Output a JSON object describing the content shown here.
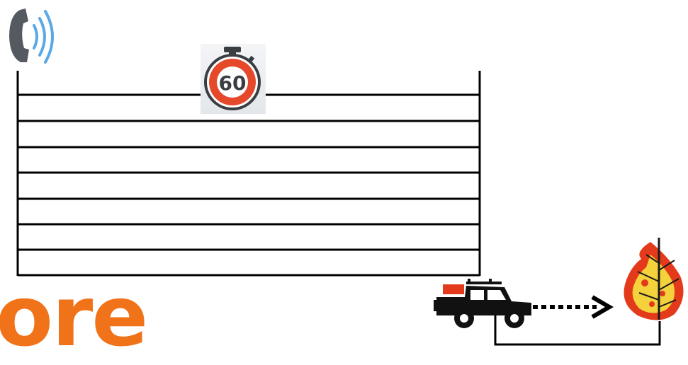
{
  "diagram": {
    "row_count": 7,
    "timer_label": "60",
    "big_text": "ore"
  },
  "icons": {
    "phone": "phone-ringing-icon",
    "stopwatch": "stopwatch-icon",
    "vehicle": "off-road-vehicle-icon",
    "arrow": "dotted-arrow-icon",
    "fire": "burning-tree-icon"
  },
  "colors": {
    "orange": "#f0731a",
    "timer_red": "#e5482b",
    "fire_red": "#e23a1a",
    "fire_yellow": "#f4d23c",
    "phone_blue": "#5aa9e6",
    "line": "#000000"
  }
}
